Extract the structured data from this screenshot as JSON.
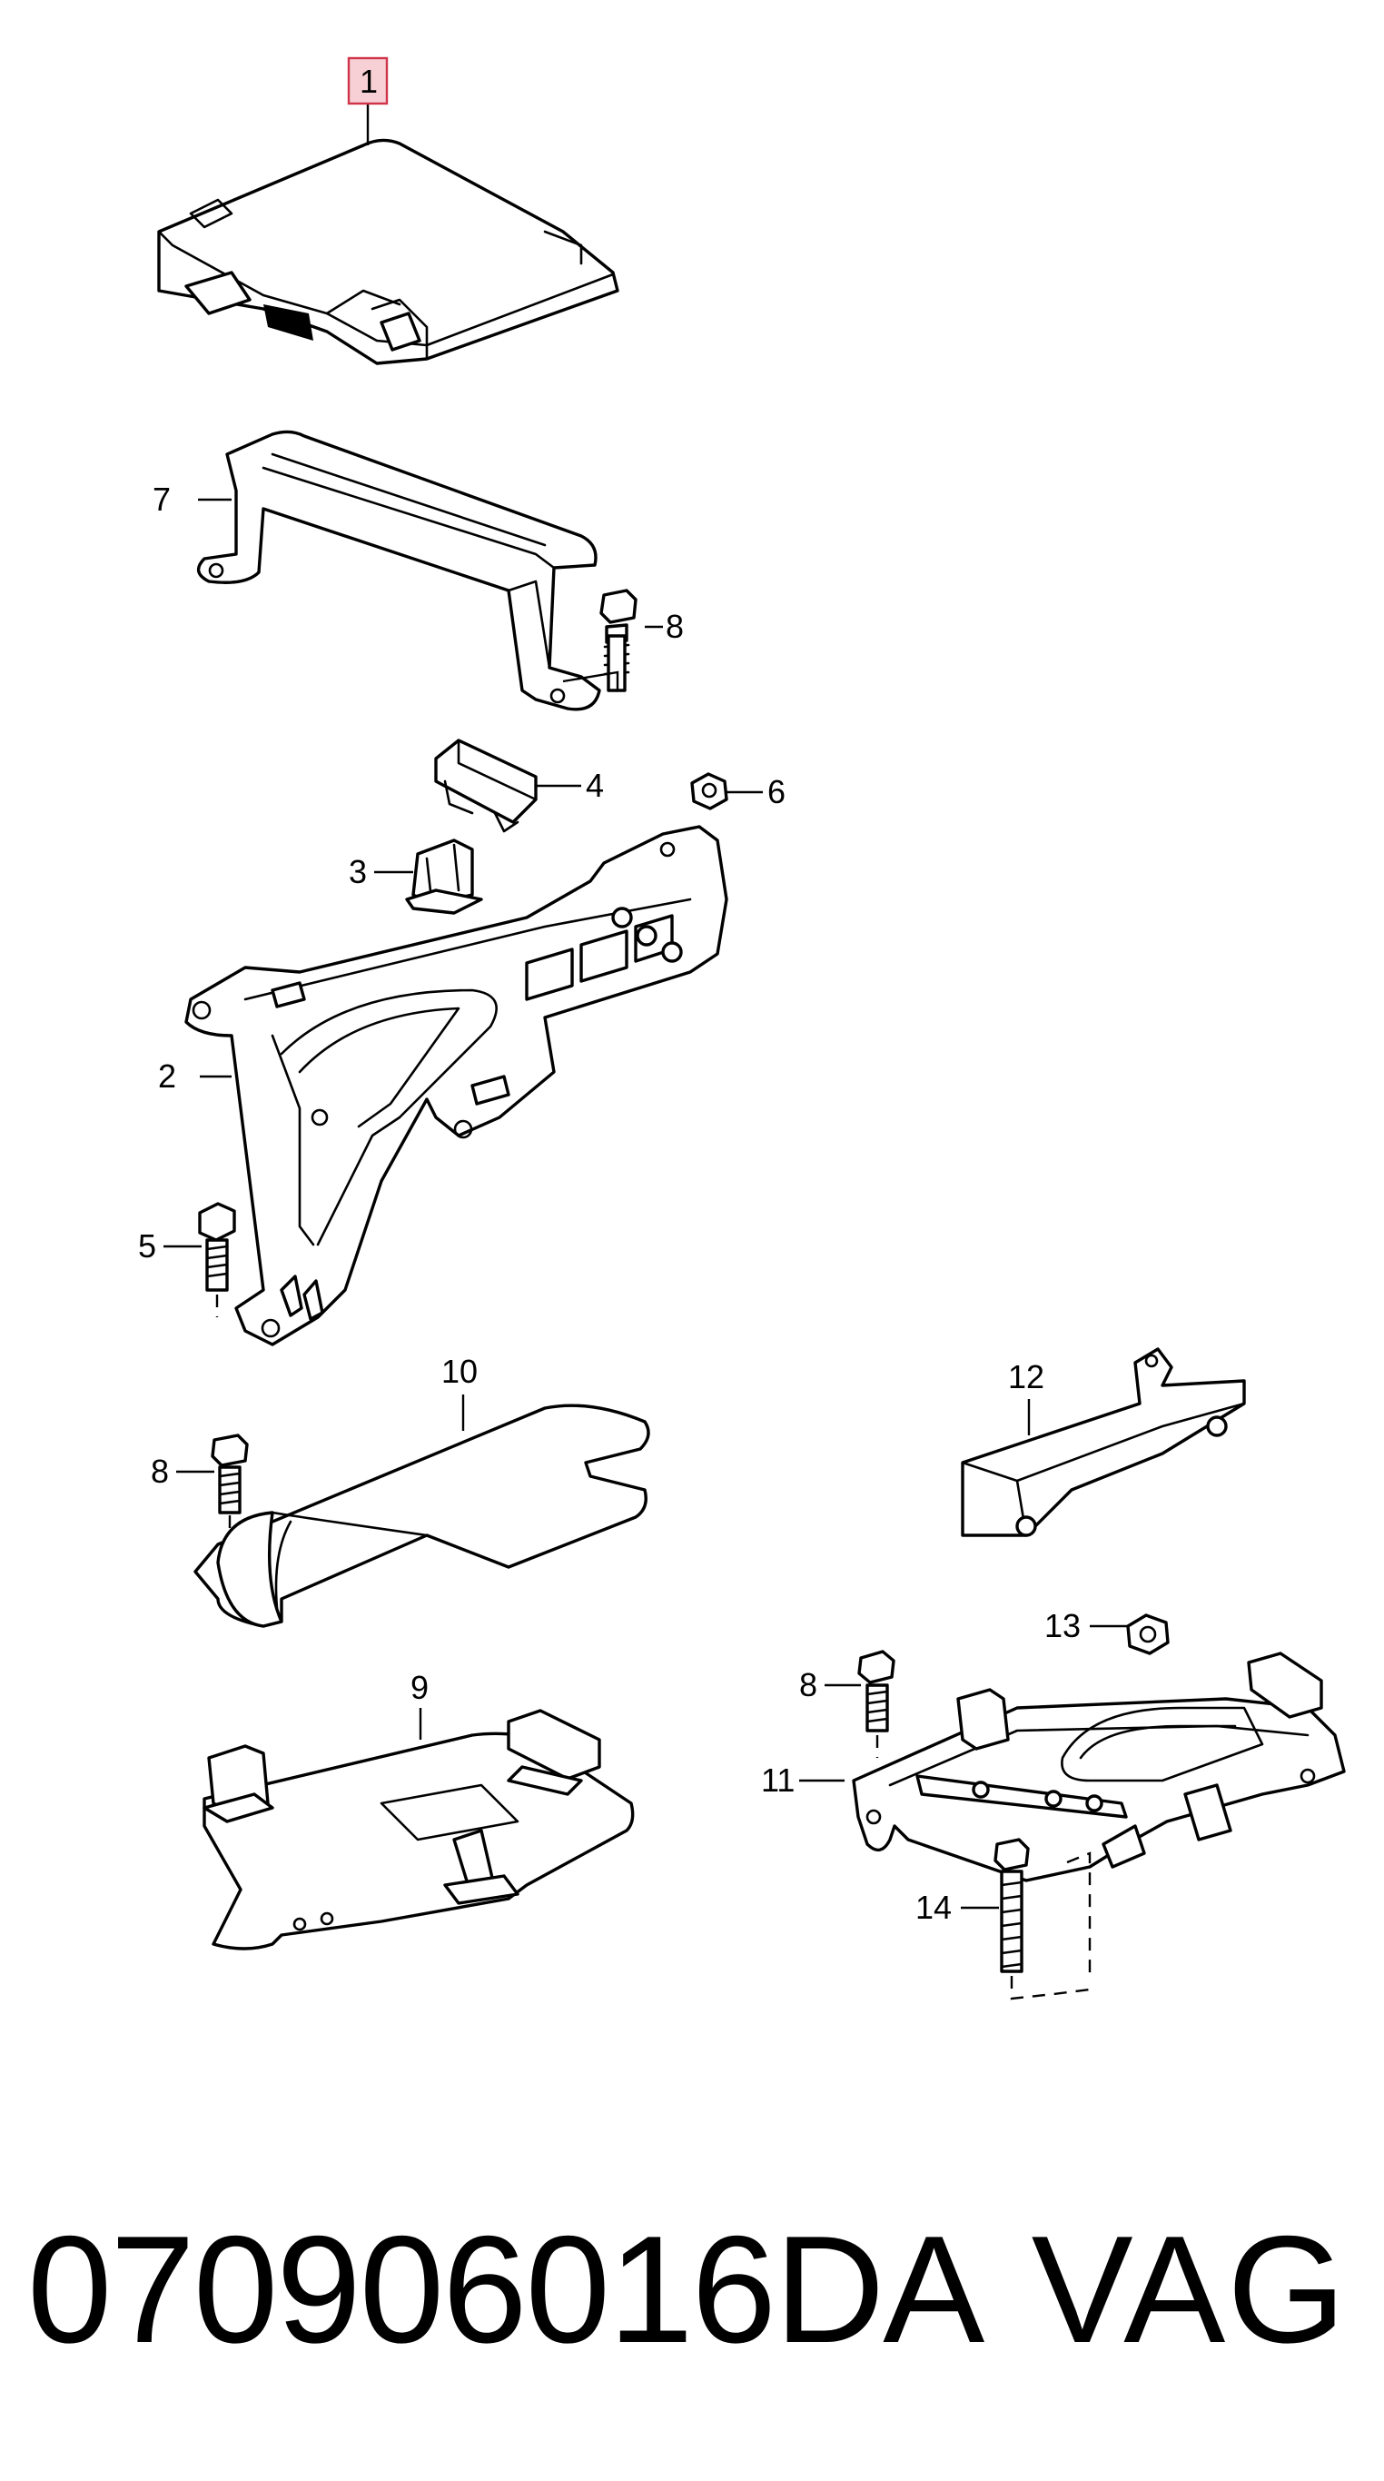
{
  "diagram": {
    "callouts": {
      "c1": "1",
      "c2": "2",
      "c3": "3",
      "c4": "4",
      "c5": "5",
      "c6": "6",
      "c7": "7",
      "c8a": "8",
      "c8b": "8",
      "c8c": "8",
      "c9": "9",
      "c10": "10",
      "c11": "11",
      "c12": "12",
      "c13": "13",
      "c14": "14"
    },
    "highlight_color": "#d0344a"
  },
  "footer": {
    "part_number": "070906016DA",
    "brand": "VAG"
  }
}
